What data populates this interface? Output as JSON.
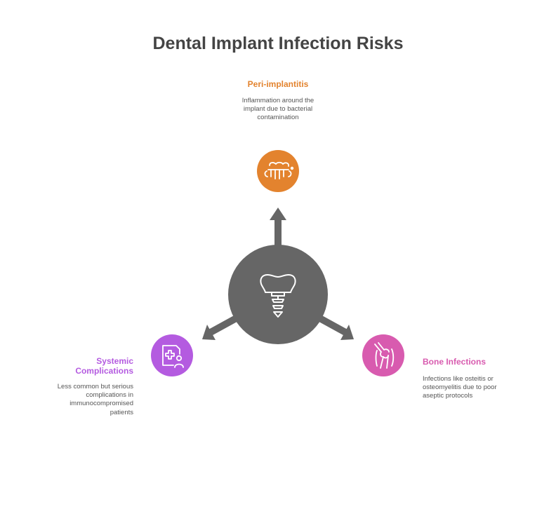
{
  "title": "Dental Implant Infection Risks",
  "colors": {
    "center": "#666666",
    "arrow": "#666666",
    "peri": "#E3832E",
    "systemic": "#B45BE0",
    "bone": "#D85BAF",
    "icon_stroke": "#ffffff"
  },
  "center": {
    "icon": "dental-implant-icon"
  },
  "nodes": {
    "top": {
      "title": "Peri-implantitis",
      "description": "Inflammation around the implant due to bacterial contamination",
      "icon": "teeth-bacteria-icon"
    },
    "left": {
      "title": "Systemic Complications",
      "description": "Less common but serious complications in immunocompromised patients",
      "icon": "medical-record-user-icon"
    },
    "right": {
      "title": "Bone Infections",
      "description": "Infections like osteitis or osteomyelitis due to poor aseptic protocols",
      "icon": "bone-joint-icon"
    }
  }
}
